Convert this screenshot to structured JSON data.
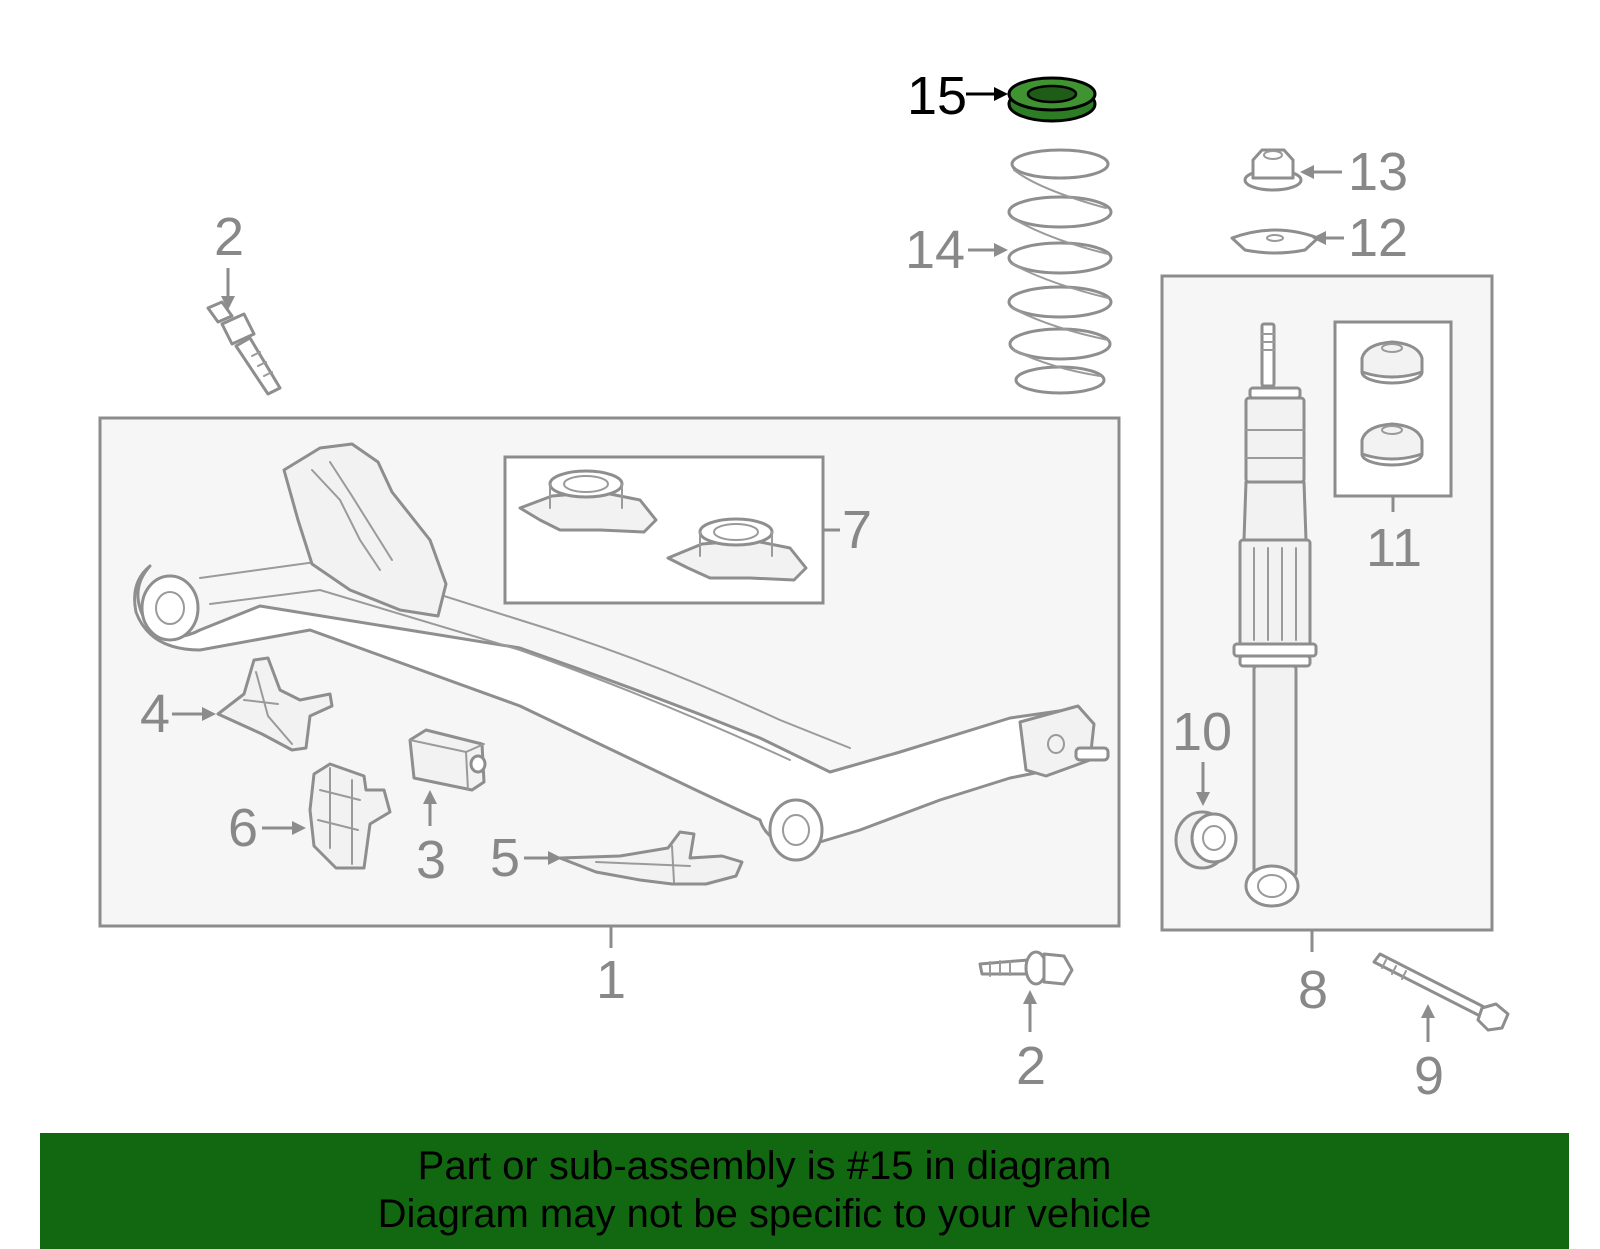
{
  "diagram": {
    "callouts": [
      "1",
      "2",
      "2",
      "3",
      "4",
      "5",
      "6",
      "7",
      "8",
      "9",
      "10",
      "11",
      "12",
      "13",
      "14",
      "15"
    ],
    "highlighted_part": "15",
    "highlight_color": "#116811",
    "line_color": "#8c8c8c"
  },
  "banner": {
    "line1": "Part or sub-assembly is #15 in diagram",
    "line2": "Diagram may not be specific to your vehicle",
    "background": "#116811"
  }
}
